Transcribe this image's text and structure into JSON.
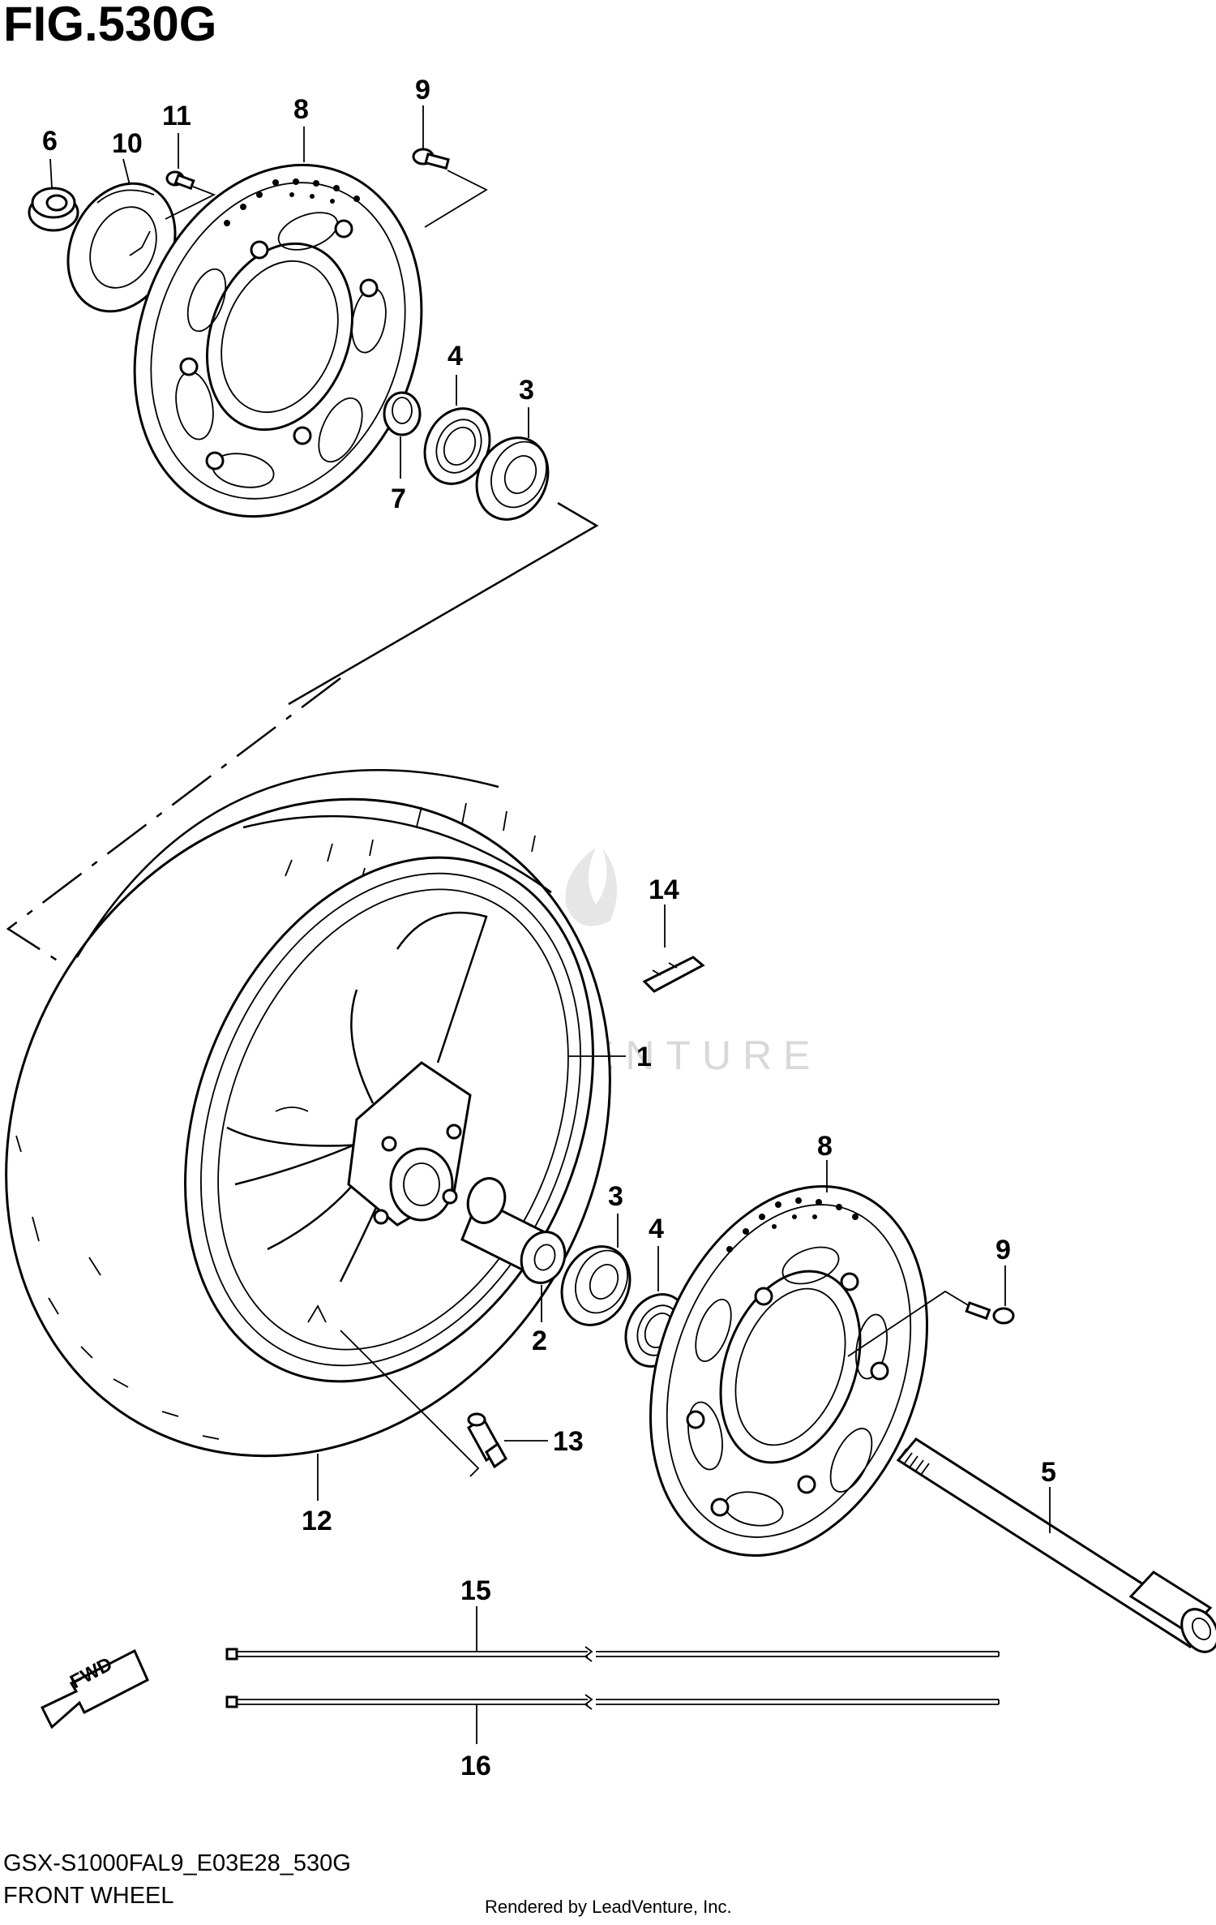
{
  "figure": {
    "title": "FIG.530G",
    "model_code": "GSX-S1000FAL9_E03E28_530G",
    "section_name": "FRONT WHEEL",
    "rendered_by": "Rendered by LeadVenture, Inc.",
    "watermark": "LEADVENTURE",
    "fwd_label": "FWD"
  },
  "callouts": {
    "c1": "1",
    "c2": "2",
    "c3a": "3",
    "c3b": "3",
    "c4a": "4",
    "c4b": "4",
    "c5": "5",
    "c6": "6",
    "c7": "7",
    "c8a": "8",
    "c8b": "8",
    "c9a": "9",
    "c9b": "9",
    "c10": "10",
    "c11": "11",
    "c12": "12",
    "c13": "13",
    "c14": "14",
    "c15": "15",
    "c16": "16"
  }
}
